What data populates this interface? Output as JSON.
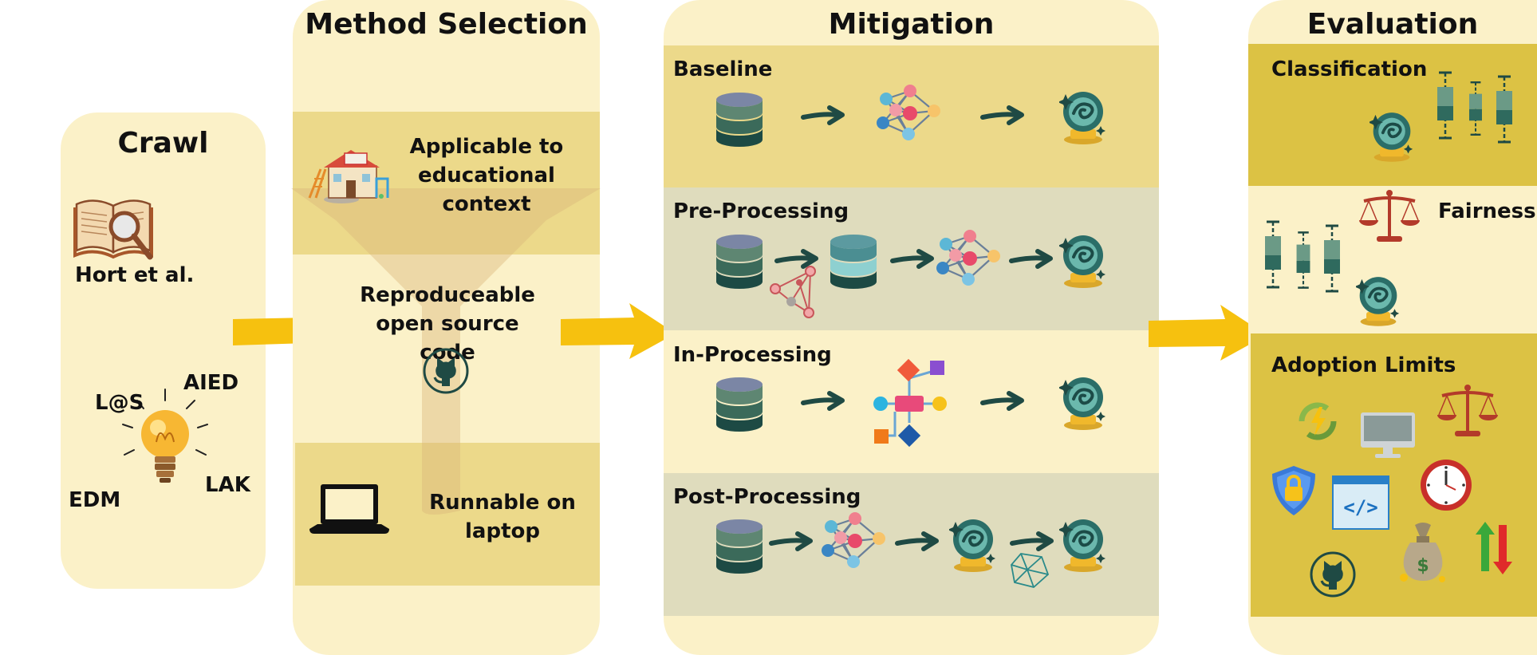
{
  "crawl": {
    "title": "Crawl",
    "source": "Hort et al.",
    "venues": [
      "L@S",
      "AIED",
      "EDM",
      "LAK"
    ]
  },
  "method_selection": {
    "title": "Method Selection",
    "criteria": [
      "Applicable to educational context",
      "Reproduceable open source code",
      "Runnable on laptop"
    ]
  },
  "mitigation": {
    "title": "Mitigation",
    "rows": [
      "Baseline",
      "Pre-Processing",
      "In-Processing",
      "Post-Processing"
    ]
  },
  "evaluation": {
    "title": "Evaluation",
    "sections": [
      "Classification",
      "Fairness",
      "Adoption Limits"
    ]
  },
  "colors": {
    "panel": "#fbf1c8",
    "band_gold": "#ecd98a",
    "band_sage": "#dfdcbd",
    "band_dark_gold": "#dcc244",
    "arrow": "#f6c10f",
    "teal": "#1f5a55",
    "scale_red": "#b33a2a"
  }
}
